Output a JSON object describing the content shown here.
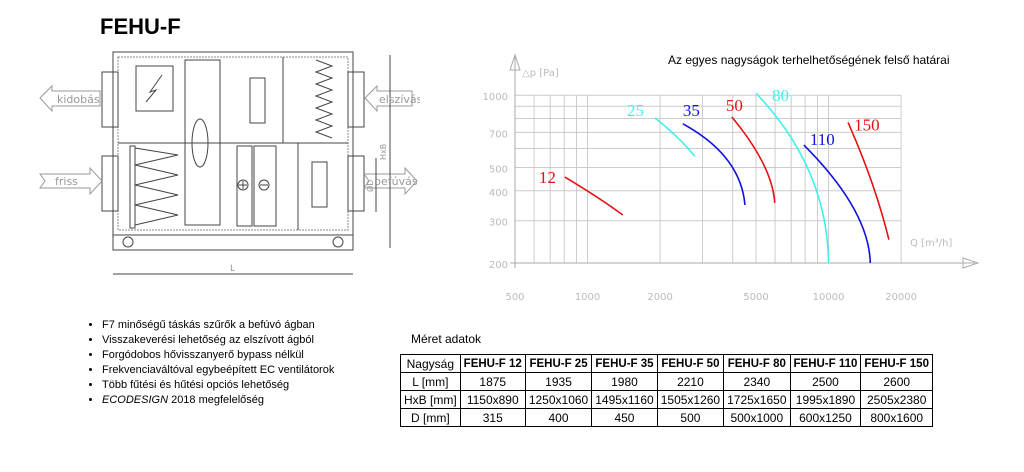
{
  "title": "FEHU-F",
  "unit_drawing": {
    "labels": {
      "exhaust": "kidobás",
      "fresh": "friss",
      "extract": "elszívás",
      "supply": "befúvás",
      "height_width": "HxB",
      "diameter": "ØD",
      "length": "L"
    }
  },
  "features": [
    "F7 minőségű táskás szűrők a befúvó ágban",
    "Visszakeverési lehetőség az elszívott ágból",
    "Forgódobos hővisszanyerő bypass nélkül",
    "Frekvenciaváltóval egybeépített EC ventilátorok",
    "Több fűtési és hűtési opciós lehetőség",
    {
      "italic": "ECODESIGN",
      "rest": " 2018 megfelelőség"
    }
  ],
  "table": {
    "caption": "Méret adatok",
    "headers": [
      "Nagyság",
      "FEHU-F 12",
      "FEHU-F 25",
      "FEHU-F 35",
      "FEHU-F 50",
      "FEHU-F 80",
      "FEHU-F 110",
      "FEHU-F 150"
    ],
    "rows": [
      [
        "L [mm]",
        "1875",
        "1935",
        "1980",
        "2210",
        "2340",
        "2500",
        "2600"
      ],
      [
        "HxB [mm]",
        "1150x890",
        "1250x1060",
        "1495x1160",
        "1505x1260",
        "1725x1650",
        "1995x1890",
        "2505x2380"
      ],
      [
        "D [mm]",
        "315",
        "400",
        "450",
        "500",
        "500x1000",
        "600x1250",
        "800x1600"
      ]
    ]
  },
  "chart_data": {
    "type": "line",
    "title": "Az egyes nagyságok terhelhetőségének felső határai",
    "xlabel": "Q [m³/h]",
    "ylabel": "△p [Pa]",
    "xscale": "log",
    "yscale": "log",
    "xlim": [
      500,
      20000
    ],
    "ylim": [
      200,
      1000
    ],
    "xticks": [
      "500",
      "1000",
      "2000",
      "5000",
      "10000",
      "20000"
    ],
    "yticks": [
      "1000",
      "700",
      "500",
      "400",
      "300",
      "200"
    ],
    "grid": true,
    "series": [
      {
        "name": "12",
        "color": "#e81010",
        "points": [
          [
            805,
            456
          ],
          [
            1095,
            376
          ],
          [
            1400,
            317
          ]
        ]
      },
      {
        "name": "25",
        "color": "#40f0f0",
        "points": [
          [
            1905,
            804
          ],
          [
            2350,
            670
          ],
          [
            2790,
            556
          ]
        ]
      },
      {
        "name": "35",
        "color": "#1010e0",
        "points": [
          [
            2485,
            760
          ],
          [
            3800,
            538
          ],
          [
            4500,
            349
          ]
        ]
      },
      {
        "name": "50",
        "color": "#e81010",
        "points": [
          [
            3970,
            812
          ],
          [
            5340,
            522
          ],
          [
            5980,
            356
          ]
        ]
      },
      {
        "name": "80",
        "color": "#40f0f0",
        "points": [
          [
            5000,
            1020
          ],
          [
            8360,
            474
          ],
          [
            10000,
            200
          ]
        ]
      },
      {
        "name": "110",
        "color": "#1010e0",
        "points": [
          [
            7900,
            620
          ],
          [
            12630,
            342
          ],
          [
            14900,
            200
          ]
        ]
      },
      {
        "name": "150",
        "color": "#e81010",
        "points": [
          [
            12050,
            770
          ],
          [
            15150,
            431
          ],
          [
            17800,
            250
          ]
        ]
      }
    ]
  }
}
